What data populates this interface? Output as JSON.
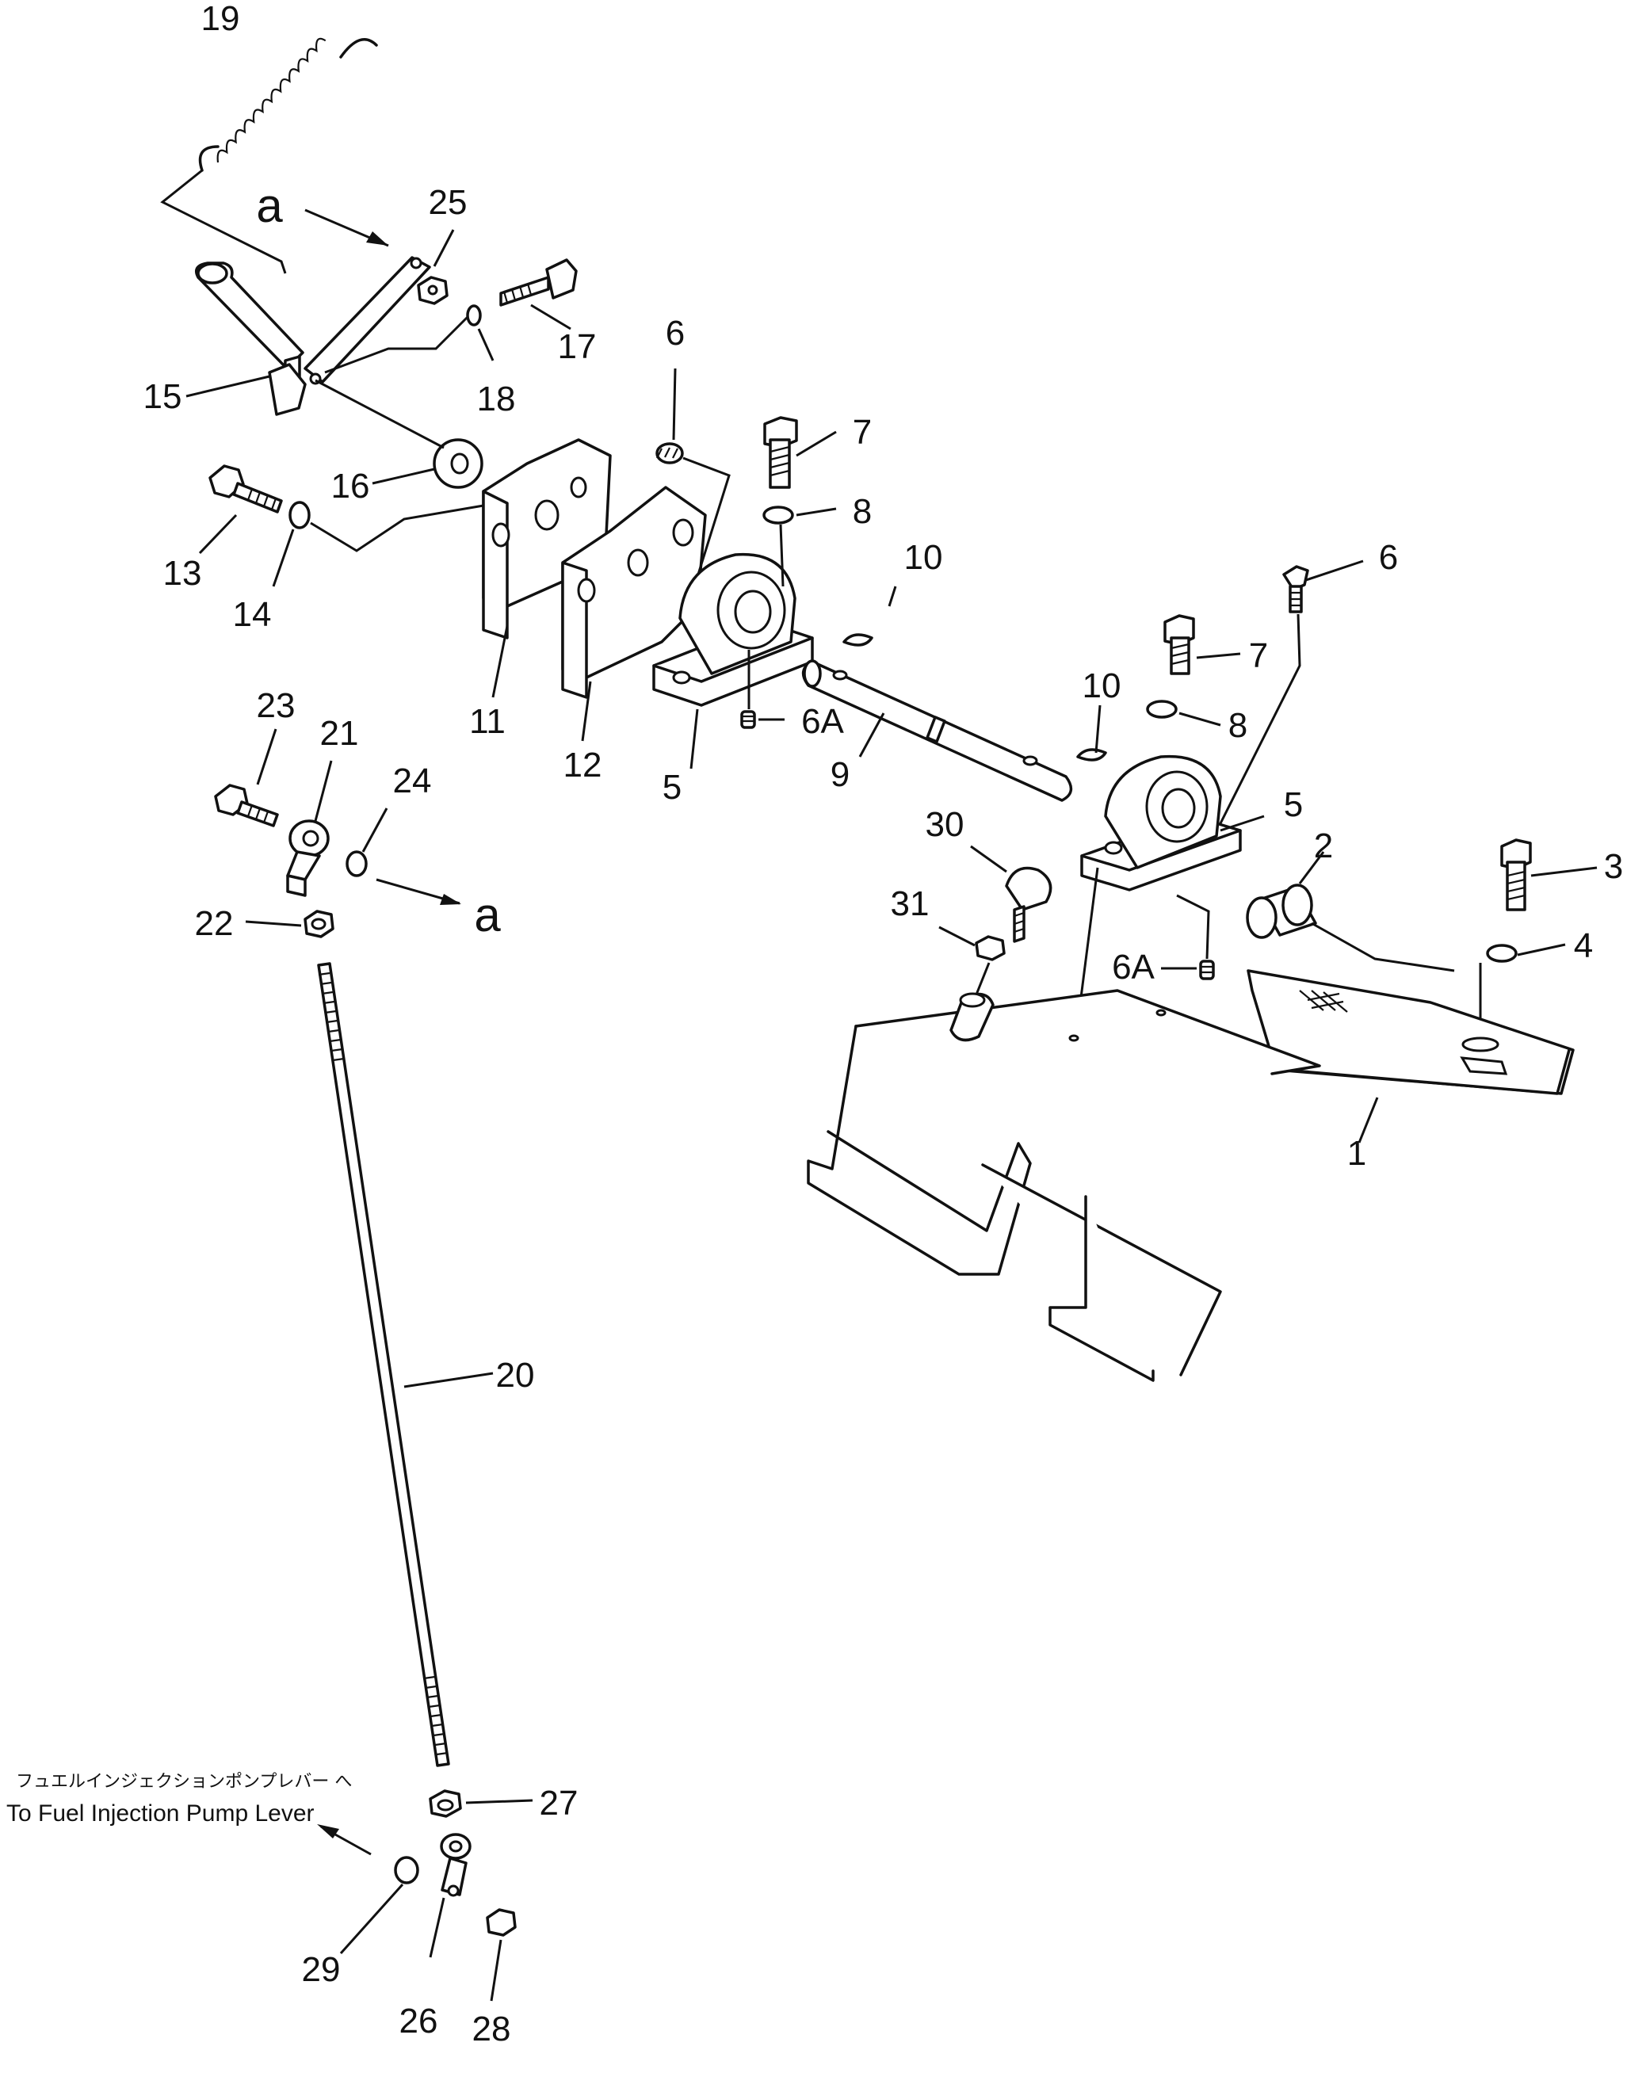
{
  "callouts": {
    "n1": "1",
    "n2": "2",
    "n3": "3",
    "n4": "4",
    "n5a": "5",
    "n5b": "5",
    "n6a": "6",
    "n6b": "6",
    "n6Aa": "6A",
    "n6Ab": "6A",
    "n7a": "7",
    "n7b": "7",
    "n8a": "8",
    "n8b": "8",
    "n9": "9",
    "n10a": "10",
    "n10b": "10",
    "n11": "11",
    "n12": "12",
    "n13": "13",
    "n14": "14",
    "n15": "15",
    "n16": "16",
    "n17": "17",
    "n18": "18",
    "n19": "19",
    "n20": "20",
    "n21": "21",
    "n22": "22",
    "n23": "23",
    "n24": "24",
    "n25": "25",
    "n26": "26",
    "n27": "27",
    "n28": "28",
    "n29": "29",
    "n30": "30",
    "n31": "31"
  },
  "view_marker": "a",
  "note": {
    "jp": "フュエルインジェクションポンプレバー へ",
    "en": "To  Fuel  Injection  Pump  Lever"
  },
  "colors": {
    "ink": "#111111",
    "paper": "#ffffff"
  }
}
